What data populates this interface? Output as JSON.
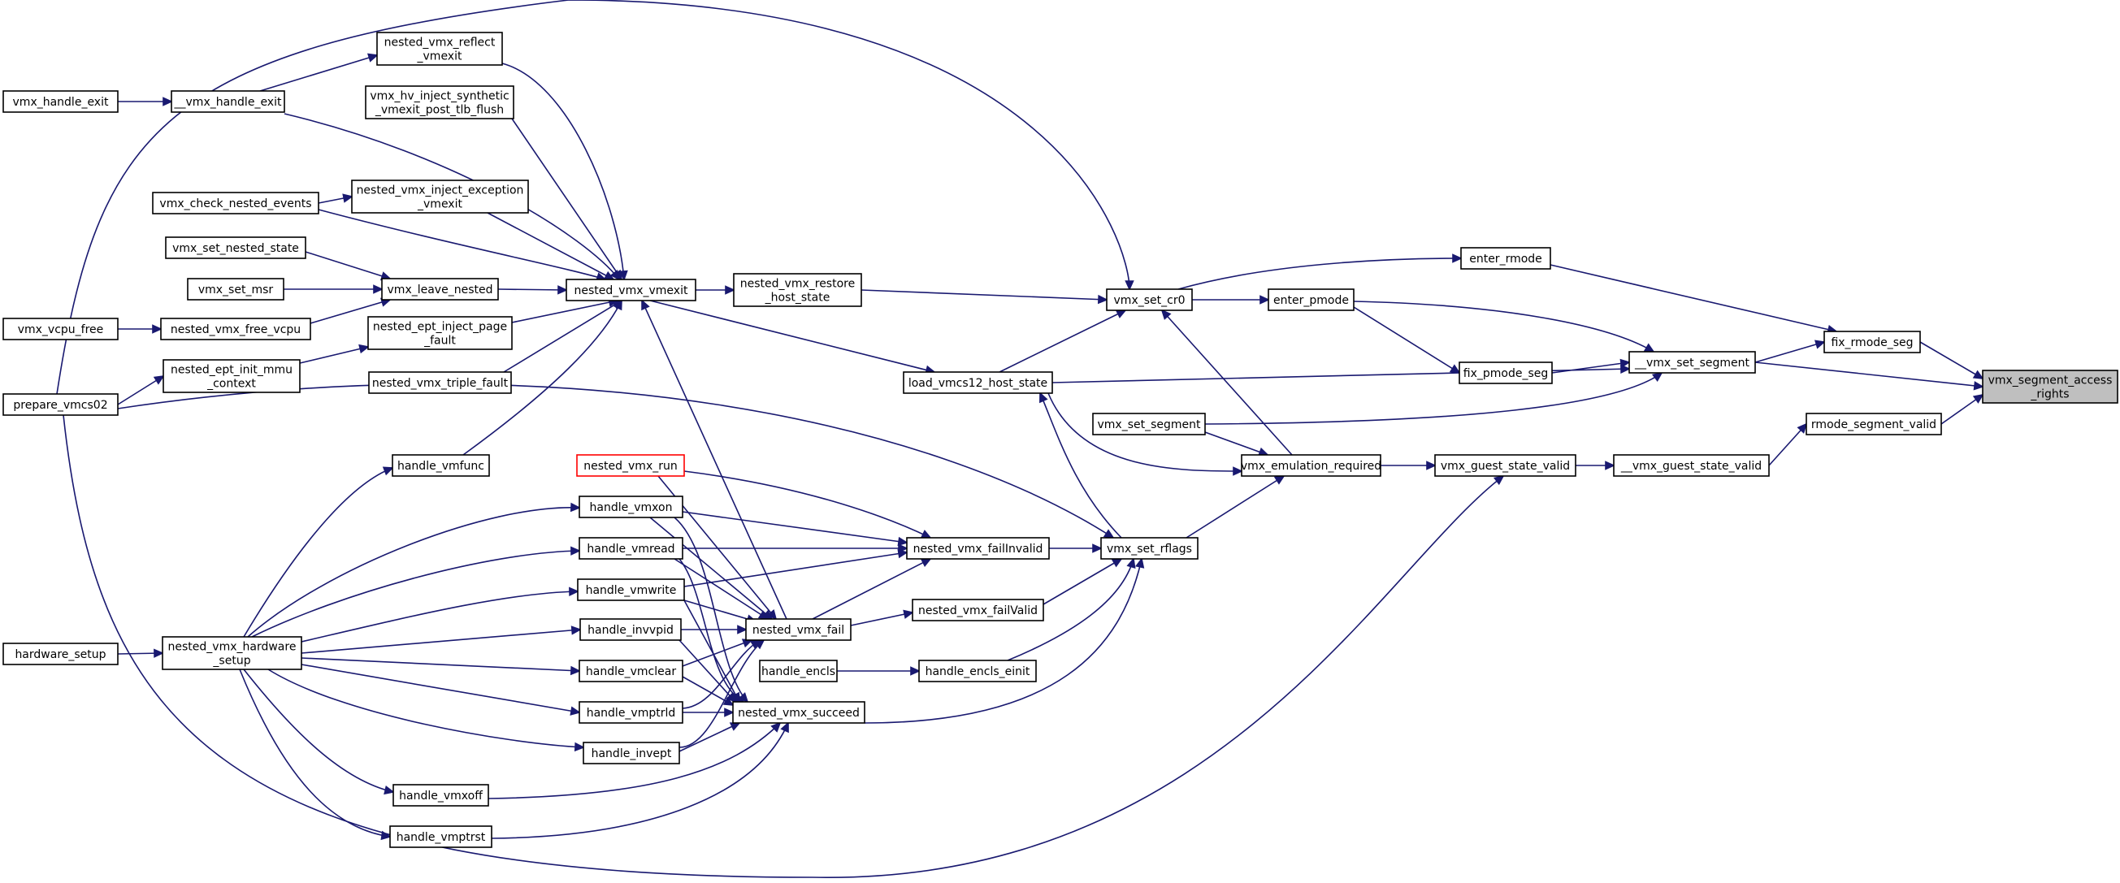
{
  "graph": {
    "edge_color": "#191970",
    "root_fill": "#bfbfbf",
    "highlight_color": "#ff0000",
    "nodes": [
      {
        "id": "vmx_segment_access_rights",
        "label": [
          "vmx_segment_access",
          "_rights"
        ],
        "root": true
      },
      {
        "id": "fix_rmode_seg",
        "label": [
          "fix_rmode_seg"
        ]
      },
      {
        "id": "rmode_segment_valid",
        "label": [
          "rmode_segment_valid"
        ]
      },
      {
        "id": "__vmx_set_segment",
        "label": [
          "__vmx_set_segment"
        ]
      },
      {
        "id": "__vmx_guest_state_valid",
        "label": [
          "__vmx_guest_state_valid"
        ]
      },
      {
        "id": "enter_rmode",
        "label": [
          "enter_rmode"
        ]
      },
      {
        "id": "enter_pmode",
        "label": [
          "enter_pmode"
        ]
      },
      {
        "id": "fix_pmode_seg",
        "label": [
          "fix_pmode_seg"
        ]
      },
      {
        "id": "vmx_guest_state_valid",
        "label": [
          "vmx_guest_state_valid"
        ]
      },
      {
        "id": "vmx_set_cr0",
        "label": [
          "vmx_set_cr0"
        ]
      },
      {
        "id": "load_vmcs12_host_state",
        "label": [
          "load_vmcs12_host_state"
        ]
      },
      {
        "id": "vmx_set_segment",
        "label": [
          "vmx_set_segment"
        ]
      },
      {
        "id": "vmx_emulation_required",
        "label": [
          "vmx_emulation_required"
        ]
      },
      {
        "id": "vmx_set_rflags",
        "label": [
          "vmx_set_rflags"
        ]
      },
      {
        "id": "nested_vmx_restore_host_state",
        "label": [
          "nested_vmx_restore",
          "_host_state"
        ]
      },
      {
        "id": "nested_vmx_failInvalid",
        "label": [
          "nested_vmx_failInvalid"
        ]
      },
      {
        "id": "nested_vmx_failValid",
        "label": [
          "nested_vmx_failValid"
        ]
      },
      {
        "id": "handle_encls_einit",
        "label": [
          "handle_encls_einit"
        ]
      },
      {
        "id": "nested_vmx_vmexit",
        "label": [
          "nested_vmx_vmexit"
        ]
      },
      {
        "id": "nested_vmx_run",
        "label": [
          "nested_vmx_run"
        ],
        "highlight": true
      },
      {
        "id": "nested_vmx_fail",
        "label": [
          "nested_vmx_fail"
        ]
      },
      {
        "id": "handle_encls",
        "label": [
          "handle_encls"
        ]
      },
      {
        "id": "nested_vmx_succeed",
        "label": [
          "nested_vmx_succeed"
        ]
      },
      {
        "id": "nested_vmx_reflect_vmexit",
        "label": [
          "nested_vmx_reflect",
          "_vmexit"
        ]
      },
      {
        "id": "vmx_hv_inject_synthetic",
        "label": [
          "vmx_hv_inject_synthetic",
          "_vmexit_post_tlb_flush"
        ]
      },
      {
        "id": "nested_vmx_inject_exception_vmexit",
        "label": [
          "nested_vmx_inject_exception",
          "_vmexit"
        ]
      },
      {
        "id": "vmx_leave_nested",
        "label": [
          "vmx_leave_nested"
        ]
      },
      {
        "id": "nested_ept_inject_page_fault",
        "label": [
          "nested_ept_inject_page",
          "_fault"
        ]
      },
      {
        "id": "nested_vmx_triple_fault",
        "label": [
          "nested_vmx_triple_fault"
        ]
      },
      {
        "id": "handle_vmfunc",
        "label": [
          "handle_vmfunc"
        ]
      },
      {
        "id": "handle_vmxon",
        "label": [
          "handle_vmxon"
        ]
      },
      {
        "id": "handle_vmread",
        "label": [
          "handle_vmread"
        ]
      },
      {
        "id": "handle_vmwrite",
        "label": [
          "handle_vmwrite"
        ]
      },
      {
        "id": "handle_invvpid",
        "label": [
          "handle_invvpid"
        ]
      },
      {
        "id": "handle_vmclear",
        "label": [
          "handle_vmclear"
        ]
      },
      {
        "id": "handle_vmptrld",
        "label": [
          "handle_vmptrld"
        ]
      },
      {
        "id": "handle_invept",
        "label": [
          "handle_invept"
        ]
      },
      {
        "id": "handle_vmxoff",
        "label": [
          "handle_vmxoff"
        ]
      },
      {
        "id": "handle_vmptrst",
        "label": [
          "handle_vmptrst"
        ]
      },
      {
        "id": "__vmx_handle_exit",
        "label": [
          "__vmx_handle_exit"
        ]
      },
      {
        "id": "vmx_check_nested_events",
        "label": [
          "vmx_check_nested_events"
        ]
      },
      {
        "id": "vmx_set_nested_state",
        "label": [
          "vmx_set_nested_state"
        ]
      },
      {
        "id": "vmx_set_msr",
        "label": [
          "vmx_set_msr"
        ]
      },
      {
        "id": "nested_vmx_free_vcpu",
        "label": [
          "nested_vmx_free_vcpu"
        ]
      },
      {
        "id": "nested_ept_init_mmu_context",
        "label": [
          "nested_ept_init_mmu",
          "_context"
        ]
      },
      {
        "id": "nested_vmx_hardware_setup",
        "label": [
          "nested_vmx_hardware",
          "_setup"
        ]
      },
      {
        "id": "vmx_handle_exit",
        "label": [
          "vmx_handle_exit"
        ]
      },
      {
        "id": "vmx_vcpu_free",
        "label": [
          "vmx_vcpu_free"
        ]
      },
      {
        "id": "prepare_vmcs02",
        "label": [
          "prepare_vmcs02"
        ]
      },
      {
        "id": "hardware_setup",
        "label": [
          "hardware_setup"
        ]
      }
    ],
    "edges": [
      {
        "from": "fix_rmode_seg",
        "to": "vmx_segment_access_rights"
      },
      {
        "from": "rmode_segment_valid",
        "to": "vmx_segment_access_rights"
      },
      {
        "from": "__vmx_set_segment",
        "to": "vmx_segment_access_rights"
      },
      {
        "from": "__vmx_guest_state_valid",
        "to": "rmode_segment_valid"
      },
      {
        "from": "__vmx_set_segment",
        "to": "fix_rmode_seg"
      },
      {
        "from": "enter_rmode",
        "to": "fix_rmode_seg"
      },
      {
        "from": "enter_pmode",
        "to": "__vmx_set_segment"
      },
      {
        "from": "fix_pmode_seg",
        "to": "__vmx_set_segment"
      },
      {
        "from": "load_vmcs12_host_state",
        "to": "__vmx_set_segment"
      },
      {
        "from": "vmx_set_segment",
        "to": "__vmx_set_segment"
      },
      {
        "from": "enter_pmode",
        "to": "fix_pmode_seg"
      },
      {
        "from": "vmx_guest_state_valid",
        "to": "__vmx_guest_state_valid"
      },
      {
        "from": "vmx_set_cr0",
        "to": "enter_rmode"
      },
      {
        "from": "vmx_set_cr0",
        "to": "enter_pmode"
      },
      {
        "from": "vmx_emulation_required",
        "to": "vmx_guest_state_valid"
      },
      {
        "from": "prepare_vmcs02",
        "to": "vmx_guest_state_valid"
      },
      {
        "from": "nested_vmx_restore_host_state",
        "to": "vmx_set_cr0"
      },
      {
        "from": "load_vmcs12_host_state",
        "to": "vmx_set_cr0"
      },
      {
        "from": "vmx_emulation_required",
        "to": "vmx_set_cr0"
      },
      {
        "from": "prepare_vmcs02",
        "to": "vmx_set_cr0"
      },
      {
        "from": "nested_vmx_vmexit",
        "to": "load_vmcs12_host_state"
      },
      {
        "from": "vmx_set_rflags",
        "to": "load_vmcs12_host_state"
      },
      {
        "from": "vmx_set_segment",
        "to": "vmx_emulation_required"
      },
      {
        "from": "load_vmcs12_host_state",
        "to": "vmx_emulation_required"
      },
      {
        "from": "vmx_set_rflags",
        "to": "vmx_emulation_required"
      },
      {
        "from": "nested_vmx_failInvalid",
        "to": "vmx_set_rflags"
      },
      {
        "from": "nested_vmx_failValid",
        "to": "vmx_set_rflags"
      },
      {
        "from": "handle_encls_einit",
        "to": "vmx_set_rflags"
      },
      {
        "from": "nested_vmx_succeed",
        "to": "vmx_set_rflags"
      },
      {
        "from": "prepare_vmcs02",
        "to": "vmx_set_rflags"
      },
      {
        "from": "nested_vmx_vmexit",
        "to": "nested_vmx_restore_host_state"
      },
      {
        "from": "nested_vmx_fail",
        "to": "nested_vmx_failInvalid"
      },
      {
        "from": "nested_vmx_run",
        "to": "nested_vmx_failInvalid"
      },
      {
        "from": "handle_vmxon",
        "to": "nested_vmx_failInvalid"
      },
      {
        "from": "handle_vmread",
        "to": "nested_vmx_failInvalid"
      },
      {
        "from": "handle_vmwrite",
        "to": "nested_vmx_failInvalid"
      },
      {
        "from": "nested_vmx_fail",
        "to": "nested_vmx_failValid"
      },
      {
        "from": "handle_encls",
        "to": "handle_encls_einit"
      },
      {
        "from": "nested_vmx_reflect_vmexit",
        "to": "nested_vmx_vmexit"
      },
      {
        "from": "vmx_hv_inject_synthetic",
        "to": "nested_vmx_vmexit"
      },
      {
        "from": "__vmx_handle_exit",
        "to": "nested_vmx_vmexit"
      },
      {
        "from": "vmx_check_nested_events",
        "to": "nested_vmx_vmexit"
      },
      {
        "from": "nested_vmx_inject_exception_vmexit",
        "to": "nested_vmx_vmexit"
      },
      {
        "from": "vmx_leave_nested",
        "to": "nested_vmx_vmexit"
      },
      {
        "from": "nested_ept_inject_page_fault",
        "to": "nested_vmx_vmexit"
      },
      {
        "from": "nested_vmx_triple_fault",
        "to": "nested_vmx_vmexit"
      },
      {
        "from": "handle_vmfunc",
        "to": "nested_vmx_vmexit"
      },
      {
        "from": "nested_vmx_fail",
        "to": "nested_vmx_vmexit"
      },
      {
        "from": "nested_vmx_run",
        "to": "nested_vmx_fail"
      },
      {
        "from": "handle_vmxon",
        "to": "nested_vmx_fail"
      },
      {
        "from": "handle_vmread",
        "to": "nested_vmx_fail"
      },
      {
        "from": "handle_vmwrite",
        "to": "nested_vmx_fail"
      },
      {
        "from": "handle_invvpid",
        "to": "nested_vmx_fail"
      },
      {
        "from": "handle_vmclear",
        "to": "nested_vmx_fail"
      },
      {
        "from": "handle_vmptrld",
        "to": "nested_vmx_fail"
      },
      {
        "from": "handle_invept",
        "to": "nested_vmx_fail"
      },
      {
        "from": "handle_vmxon",
        "to": "nested_vmx_succeed"
      },
      {
        "from": "handle_vmread",
        "to": "nested_vmx_succeed"
      },
      {
        "from": "handle_vmwrite",
        "to": "nested_vmx_succeed"
      },
      {
        "from": "handle_invvpid",
        "to": "nested_vmx_succeed"
      },
      {
        "from": "handle_vmclear",
        "to": "nested_vmx_succeed"
      },
      {
        "from": "handle_vmptrld",
        "to": "nested_vmx_succeed"
      },
      {
        "from": "handle_invept",
        "to": "nested_vmx_succeed"
      },
      {
        "from": "handle_vmxoff",
        "to": "nested_vmx_succeed"
      },
      {
        "from": "handle_vmptrst",
        "to": "nested_vmx_succeed"
      },
      {
        "from": "vmx_handle_exit",
        "to": "__vmx_handle_exit"
      },
      {
        "from": "__vmx_handle_exit",
        "to": "nested_vmx_reflect_vmexit"
      },
      {
        "from": "vmx_check_nested_events",
        "to": "nested_vmx_inject_exception_vmexit"
      },
      {
        "from": "vmx_set_nested_state",
        "to": "vmx_leave_nested"
      },
      {
        "from": "vmx_set_msr",
        "to": "vmx_leave_nested"
      },
      {
        "from": "nested_vmx_free_vcpu",
        "to": "vmx_leave_nested"
      },
      {
        "from": "vmx_vcpu_free",
        "to": "nested_vmx_free_vcpu"
      },
      {
        "from": "nested_ept_init_mmu_context",
        "to": "nested_ept_inject_page_fault"
      },
      {
        "from": "prepare_vmcs02",
        "to": "nested_ept_init_mmu_context"
      },
      {
        "from": "nested_vmx_hardware_setup",
        "to": "handle_vmfunc"
      },
      {
        "from": "nested_vmx_hardware_setup",
        "to": "handle_vmxon"
      },
      {
        "from": "nested_vmx_hardware_setup",
        "to": "handle_vmread"
      },
      {
        "from": "nested_vmx_hardware_setup",
        "to": "handle_vmwrite"
      },
      {
        "from": "nested_vmx_hardware_setup",
        "to": "handle_invvpid"
      },
      {
        "from": "nested_vmx_hardware_setup",
        "to": "handle_vmclear"
      },
      {
        "from": "nested_vmx_hardware_setup",
        "to": "handle_vmptrld"
      },
      {
        "from": "nested_vmx_hardware_setup",
        "to": "handle_invept"
      },
      {
        "from": "nested_vmx_hardware_setup",
        "to": "handle_vmxoff"
      },
      {
        "from": "nested_vmx_hardware_setup",
        "to": "handle_vmptrst"
      },
      {
        "from": "hardware_setup",
        "to": "nested_vmx_hardware_setup"
      }
    ]
  }
}
